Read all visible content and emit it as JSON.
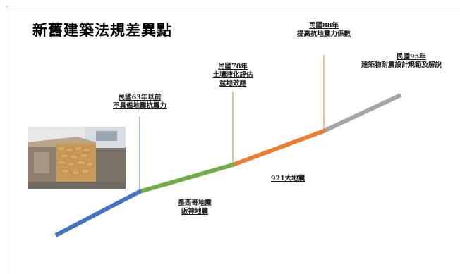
{
  "title": "新舊建築法規差異點",
  "timeline": {
    "colors": {
      "blue": "#4472C4",
      "green": "#70AD47",
      "orange": "#ED7D31",
      "gray": "#A5A5A5"
    },
    "milestones": [
      {
        "id": "m63",
        "lines": [
          "民國63年以前",
          "不具備地震抗震力"
        ]
      },
      {
        "id": "m78",
        "lines": [
          "民國78年",
          "土壤液化評估",
          "盆地效應"
        ]
      },
      {
        "id": "m88",
        "lines": [
          "民國88年",
          "提高抗地震力係數"
        ]
      },
      {
        "id": "m95",
        "lines": [
          "民國95年",
          "建築物耐震設計規範及解說"
        ]
      }
    ],
    "events": [
      {
        "id": "e1",
        "lines": [
          "墨西哥地震",
          "阪神地震"
        ]
      },
      {
        "id": "e2",
        "lines": [
          "921大地震"
        ]
      }
    ]
  },
  "photo": {
    "icon": "old-brick-house-photo"
  }
}
